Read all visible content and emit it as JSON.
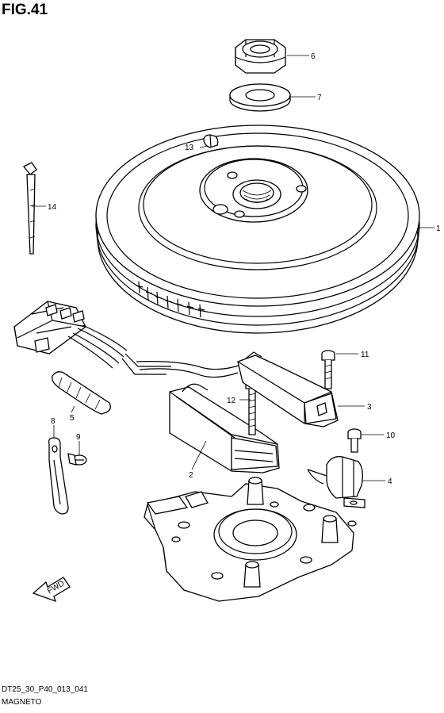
{
  "figure": {
    "title": "FIG.41"
  },
  "footer": {
    "code": "DT25_30_P40_013_041",
    "caption": "MAGNETO"
  },
  "arrow": {
    "label": "FWD"
  },
  "callouts": [
    "1",
    "2",
    "3",
    "4",
    "5",
    "6",
    "7",
    "8",
    "9",
    "10",
    "11",
    "12",
    "13",
    "14"
  ]
}
